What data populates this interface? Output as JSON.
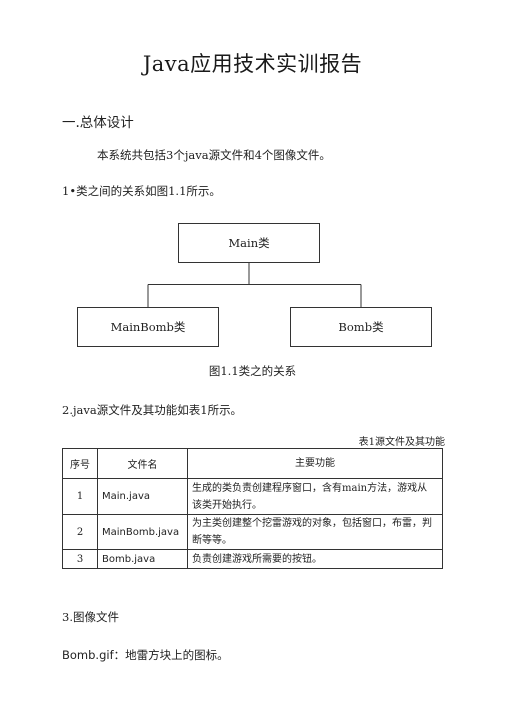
{
  "title": "Java应用技术实训报告",
  "section1": {
    "heading": "一.总体设计",
    "paragraph": "本系统共包括3个java源文件和4个图像文件。"
  },
  "item1": "1•类之间的关系如图1.1所示。",
  "diagram": {
    "top_box": "Main类",
    "left_box": "MainBomb类",
    "right_box": "Bomb类",
    "caption": "图1.1类之的关系"
  },
  "item2": "2.java源文件及其功能如表1所示。",
  "table": {
    "caption": "表1源文件及其功能",
    "headers": [
      "序号",
      "文件名",
      "主要功能"
    ],
    "rows": [
      [
        "1",
        "Main.java",
        "生成的类负责创建程序窗口，含有main方法，游戏从 该类开始执行。"
      ],
      [
        "2",
        "MainBomb.java",
        "为主类创建整个挖雷游戏的对象，包括窗口，布雷，判 断等等。"
      ],
      [
        "3",
        "Bomb.java",
        "负责创建游戏所需要的按钮。"
      ]
    ]
  },
  "section3": {
    "heading": "3.图像文件",
    "filename": "Bomb.gif：",
    "description": "地雷方块上的图标。"
  }
}
